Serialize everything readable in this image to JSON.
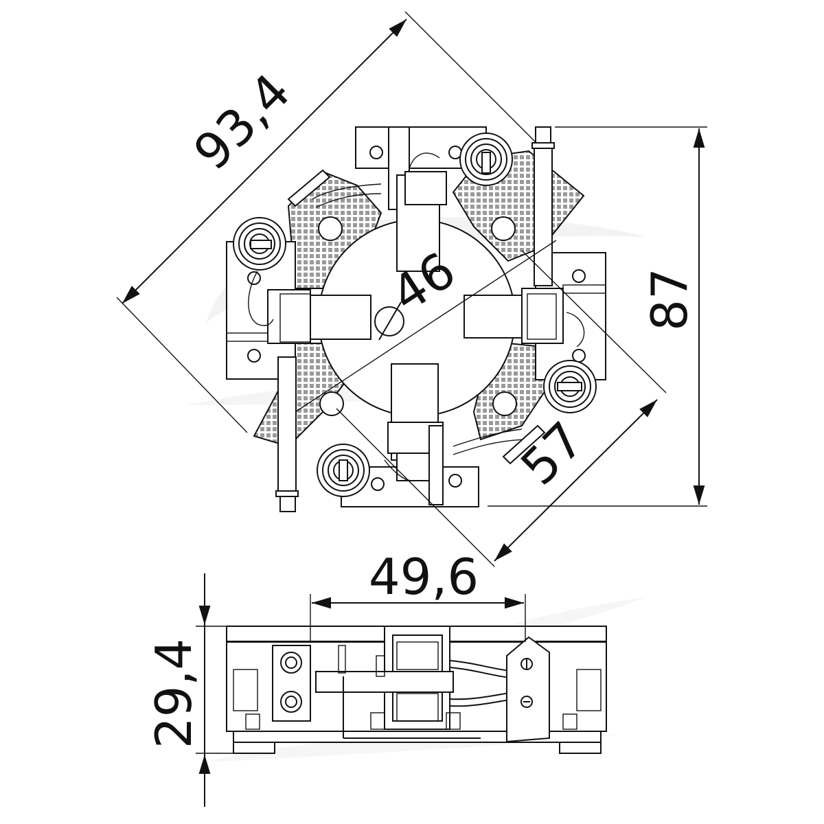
{
  "dimensions": {
    "diagonal_length": "93,4",
    "diameter": "46",
    "height": "87",
    "diagonal_width": "57",
    "bottom_width": "49,6",
    "bottom_height": "29,4"
  },
  "colors": {
    "line": "#111111",
    "hatch": "#999999",
    "watermark": "#e6e6e6"
  },
  "icons": {
    "diameter_symbol": "circle-slash-icon"
  }
}
